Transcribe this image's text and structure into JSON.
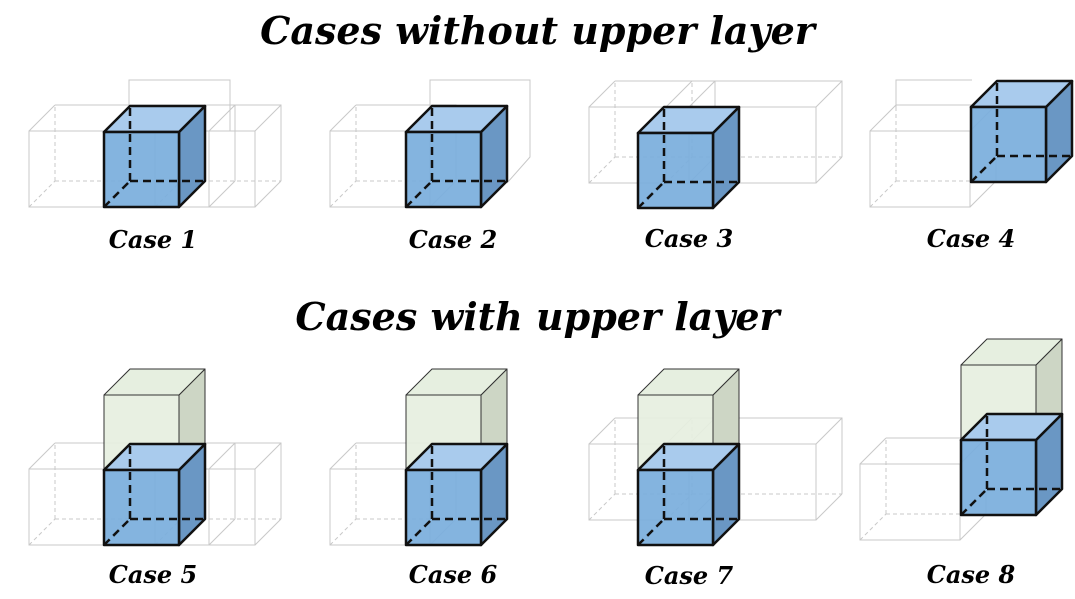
{
  "sections": [
    {
      "title": "Cases without upper layer"
    },
    {
      "title": "Cases with upper layer"
    }
  ],
  "cases": [
    {
      "label": "Case 1",
      "upper_layer": false
    },
    {
      "label": "Case 2",
      "upper_layer": false
    },
    {
      "label": "Case 3",
      "upper_layer": false
    },
    {
      "label": "Case 4",
      "upper_layer": false
    },
    {
      "label": "Case 5",
      "upper_layer": true
    },
    {
      "label": "Case 6",
      "upper_layer": true
    },
    {
      "label": "Case 7",
      "upper_layer": true
    },
    {
      "label": "Case 8",
      "upper_layer": true
    }
  ],
  "colors": {
    "main_cube_front": "#7aaedc",
    "main_cube_top": "#a9cbed",
    "main_cube_side": "#6a97c4",
    "upper_cube_front": "#e6efe0",
    "upper_cube_side": "#cdd6c5",
    "neighbor_outline": "#c8c8c8",
    "edge": "#111111"
  }
}
